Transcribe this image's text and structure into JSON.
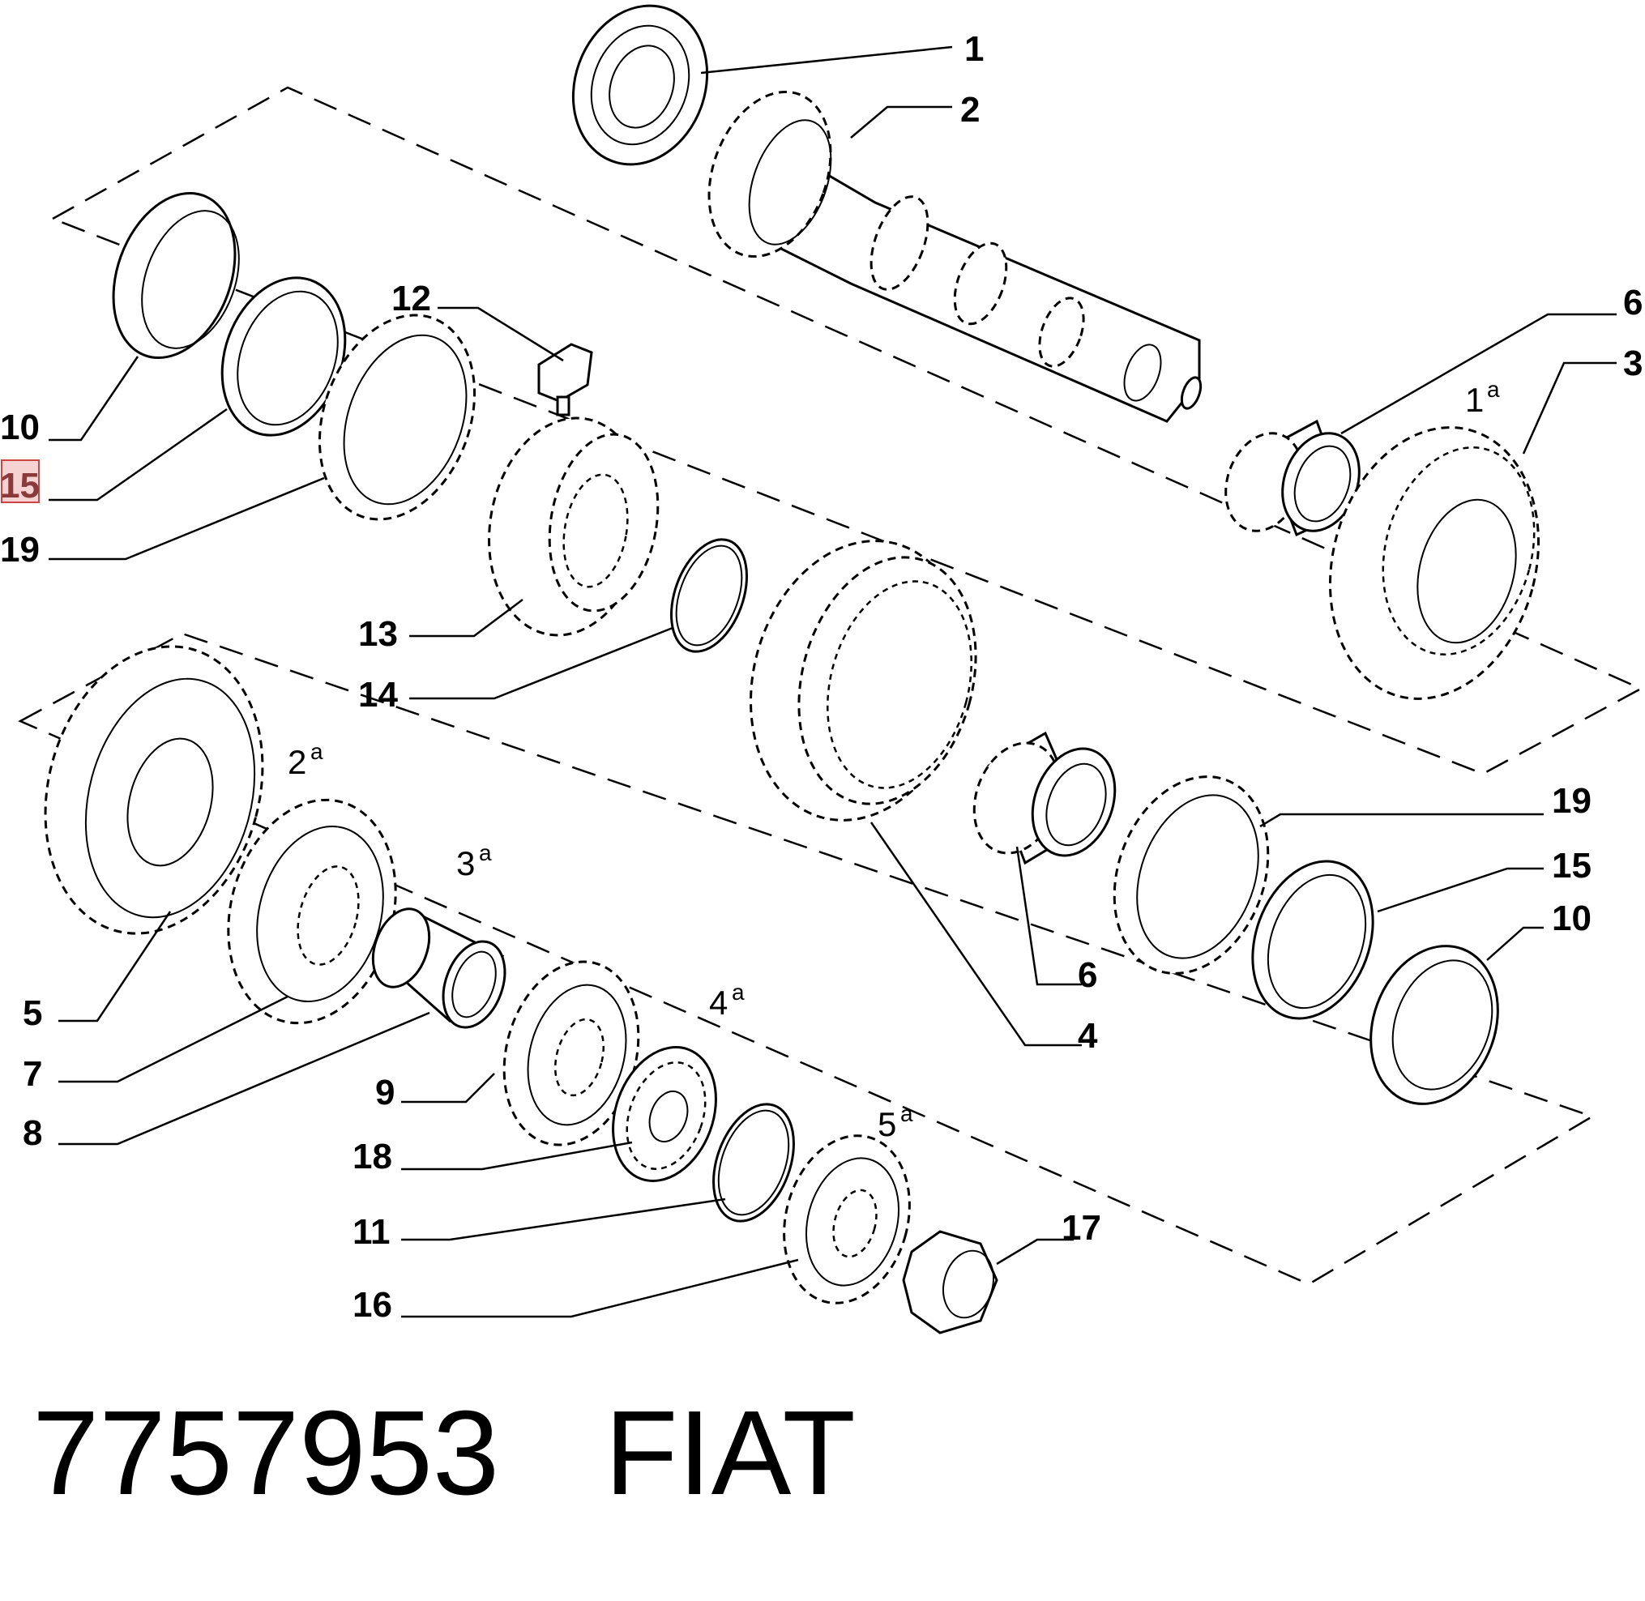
{
  "callouts": [
    {
      "id": "c1",
      "text": "1"
    },
    {
      "id": "c2",
      "text": "2"
    },
    {
      "id": "c6a",
      "text": "6"
    },
    {
      "id": "c3",
      "text": "3"
    },
    {
      "id": "c12",
      "text": "12"
    },
    {
      "id": "c10a",
      "text": "10"
    },
    {
      "id": "c15a",
      "text": "15",
      "highlighted": true
    },
    {
      "id": "c19a",
      "text": "19"
    },
    {
      "id": "c13",
      "text": "13"
    },
    {
      "id": "c14",
      "text": "14"
    },
    {
      "id": "c19b",
      "text": "19"
    },
    {
      "id": "c15b",
      "text": "15"
    },
    {
      "id": "c10b",
      "text": "10"
    },
    {
      "id": "c6b",
      "text": "6"
    },
    {
      "id": "c4",
      "text": "4"
    },
    {
      "id": "c5",
      "text": "5"
    },
    {
      "id": "c7",
      "text": "7"
    },
    {
      "id": "c8",
      "text": "8"
    },
    {
      "id": "c9",
      "text": "9"
    },
    {
      "id": "c18",
      "text": "18"
    },
    {
      "id": "c11",
      "text": "11"
    },
    {
      "id": "c16",
      "text": "16"
    },
    {
      "id": "c17",
      "text": "17"
    }
  ],
  "gear_labels": [
    {
      "id": "g1",
      "text": "1",
      "sup": "a"
    },
    {
      "id": "g2",
      "text": "2",
      "sup": "a"
    },
    {
      "id": "g3",
      "text": "3",
      "sup": "a"
    },
    {
      "id": "g4",
      "text": "4",
      "sup": "a"
    },
    {
      "id": "g5",
      "text": "5",
      "sup": "a"
    }
  ],
  "footer": {
    "part_number": "7757953",
    "brand": "FIAT"
  },
  "colors": {
    "line": "#000000",
    "highlight_fill": "#f6d3d3",
    "highlight_stroke": "#cc4444"
  }
}
